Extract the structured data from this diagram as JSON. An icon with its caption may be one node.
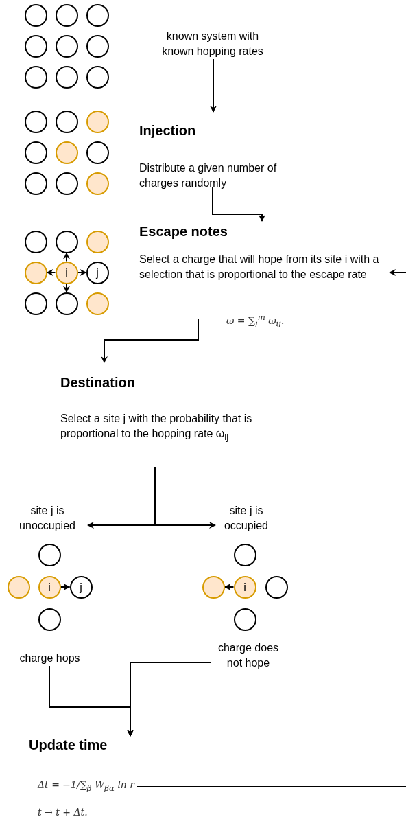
{
  "diagram": {
    "nodes": [
      {
        "text": [],
        "shape": "circle"
      },
      {
        "text": [],
        "shape": "circle"
      },
      {
        "text": [],
        "shape": "circle"
      },
      {
        "text": [],
        "shape": "circle"
      },
      {
        "text": [],
        "shape": "circle"
      },
      {
        "text": [],
        "shape": "circle"
      },
      {
        "text": [],
        "shape": "circle"
      },
      {
        "text": [],
        "shape": "circle"
      },
      {
        "text": [],
        "shape": "circle"
      },
      {
        "text": [
          "known system with known hopping rates"
        ]
      },
      {
        "text": [],
        "shape": "circle"
      },
      {
        "text": [],
        "shape": "circle"
      },
      {
        "text": [],
        "shape": "circle"
      },
      {
        "text": [],
        "shape": "circle"
      },
      {
        "text": [],
        "shape": "circle"
      },
      {
        "text": [],
        "shape": "circle"
      },
      {
        "text": [],
        "shape": "circle"
      },
      {
        "text": [],
        "shape": "circle"
      },
      {
        "text": [],
        "shape": "circle"
      },
      {
        "text": [
          "Injection",
          "Distribute a given number of charges randomly"
        ]
      },
      {
        "text": [],
        "shape": "circle"
      },
      {
        "text": [],
        "shape": "circle"
      },
      {
        "text": [],
        "shape": "circle"
      },
      {
        "text": [],
        "shape": "circle"
      },
      {
        "text": [
          "i"
        ]
      },
      {
        "text": [
          "j"
        ]
      },
      {
        "text": [],
        "shape": "circle"
      },
      {
        "text": [],
        "shape": "circle"
      },
      {
        "text": [],
        "shape": "circle"
      },
      {
        "text": [
          "Escape notes",
          "Select a charge that will hope from its site i with a selection that is proportional to the escape rate"
        ]
      },
      {
        "text": [
          "Destination",
          "Select a site j with the probability that is proportional to the hopping rate ω$_{ij}$"
        ]
      },
      {
        "text": [
          "site j is unoccupied"
        ]
      },
      {
        "text": [
          "site j is occupied"
        ]
      },
      {
        "text": [],
        "shape": "circle"
      },
      {
        "text": [],
        "shape": "circle"
      },
      {
        "text": [
          "i"
        ]
      },
      {
        "text": [
          "j"
        ]
      },
      {
        "text": [],
        "shape": "circle"
      },
      {
        "text": [],
        "shape": "circle"
      },
      {
        "text": [],
        "shape": "circle"
      },
      {
        "text": [
          "i"
        ]
      },
      {
        "text": [],
        "shape": "circle"
      },
      {
        "text": [],
        "shape": "circle"
      },
      {
        "text": [
          "charge hops"
        ]
      },
      {
        "text": [
          "charge does not hope"
        ]
      },
      {
        "text": [
          "Update time",
          "Δt = −1/∑$_{β}$ W$_{βα}$ ln r",
          "t → t + Δt."
        ]
      }
    ],
    "edges": [
      {
        "from": 9,
        "to": 19,
        "arrow": "to"
      },
      {
        "from": 19,
        "to": 29,
        "arrow": "to"
      },
      {
        "from": null,
        "to": 29,
        "arrow": "to"
      },
      {
        "from": 24,
        "to": 21,
        "arrow": "to"
      },
      {
        "from": 24,
        "to": 23,
        "arrow": "to"
      },
      {
        "from": 24,
        "to": 25,
        "arrow": "to"
      },
      {
        "from": 24,
        "to": 27,
        "arrow": "to"
      },
      {
        "from": 29,
        "to": 30,
        "arrow": "to"
      },
      {
        "from": 30,
        "to": 31,
        "arrow": "to"
      },
      {
        "from": 30,
        "to": 32,
        "arrow": "to"
      },
      {
        "from": 35,
        "to": 36,
        "arrow": "to"
      },
      {
        "from": 40,
        "to": 39,
        "arrow": "to"
      },
      {
        "from": 43,
        "to": 45,
        "arrow": "to"
      },
      {
        "from": 44,
        "to": 45,
        "arrow": "to"
      },
      {
        "from": 45,
        "to": null,
        "arrow": "none"
      }
    ],
    "labels": [
      "ω = ∑$_{j}$$^{m}$ ω$_{ij}$."
    ]
  }
}
